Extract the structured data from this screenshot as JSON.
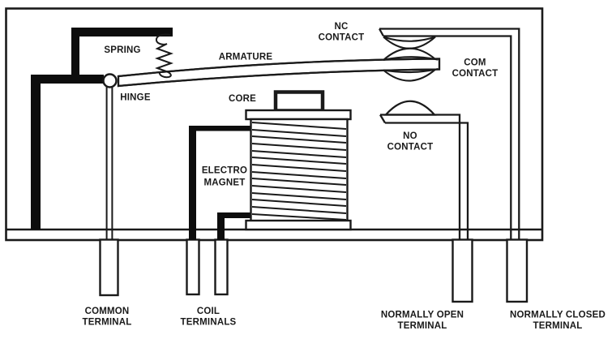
{
  "diagram": {
    "type": "relay-construction-diagram",
    "colors": {
      "line": "#1a1a1a",
      "solid_parts": "#0d0d0d",
      "background": "#ffffff"
    },
    "labels": {
      "spring": "SPRING",
      "armature": "ARMATURE",
      "hinge": "HINGE",
      "core": "CORE",
      "electromagnet": {
        "line1": "ELECTRO",
        "line2": "MAGNET"
      },
      "nc_contact": {
        "line1": "NC",
        "line2": "CONTACT"
      },
      "com_contact": {
        "line1": "COM",
        "line2": "CONTACT"
      },
      "no_contact": {
        "line1": "NO",
        "line2": "CONTACT"
      },
      "common_terminal": {
        "line1": "COMMON",
        "line2": "TERMINAL"
      },
      "coil_terminals": {
        "line1": "COIL",
        "line2": "TERMINALS"
      },
      "normally_open_terminal": {
        "line1": "NORMALLY OPEN",
        "line2": "TERMINAL"
      },
      "normally_closed_terminal": {
        "line1": "NORMALLY CLOSED",
        "line2": "TERMINAL"
      }
    }
  }
}
